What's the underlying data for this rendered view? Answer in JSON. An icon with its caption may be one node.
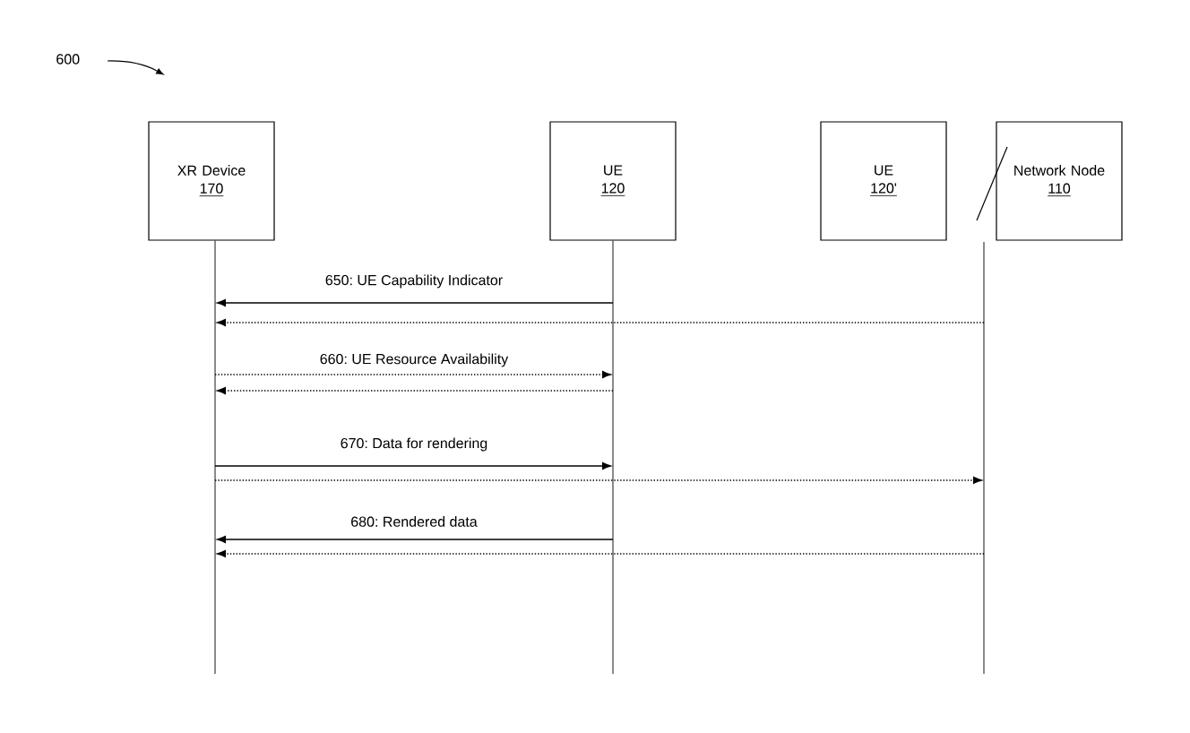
{
  "diagram": {
    "nodes": [
      {
        "text": [
          "XR Device",
          "170"
        ]
      },
      {
        "text": [
          "UE",
          "120"
        ]
      },
      {
        "text": [
          "UE",
          "120'"
        ]
      },
      {
        "text": [
          "Network Node",
          "110"
        ]
      },
      {
        "text": [],
        "shape": "bar"
      },
      {
        "text": [],
        "shape": "bar"
      },
      {
        "text": [],
        "shape": "bar"
      }
    ],
    "edges": [
      {
        "from": 5,
        "to": 4,
        "arrow": "to",
        "label": "650: UE Capability Indicator"
      },
      {
        "from": 6,
        "to": 4,
        "arrow": "to",
        "style": "dashed"
      },
      {
        "from": 4,
        "to": 5,
        "arrow": "to",
        "style": "dashed",
        "label": "660: UE Resource Availability"
      },
      {
        "from": 5,
        "to": 4,
        "arrow": "to",
        "style": "dashed"
      },
      {
        "from": 4,
        "to": 5,
        "arrow": "to",
        "label": "670: Data for rendering"
      },
      {
        "from": 4,
        "to": 6,
        "arrow": "to",
        "style": "dashed"
      },
      {
        "from": 5,
        "to": 4,
        "arrow": "to",
        "label": "680: Rendered data"
      },
      {
        "from": 6,
        "to": 4,
        "arrow": "to",
        "style": "dashed"
      }
    ],
    "labels": [
      "600"
    ]
  }
}
